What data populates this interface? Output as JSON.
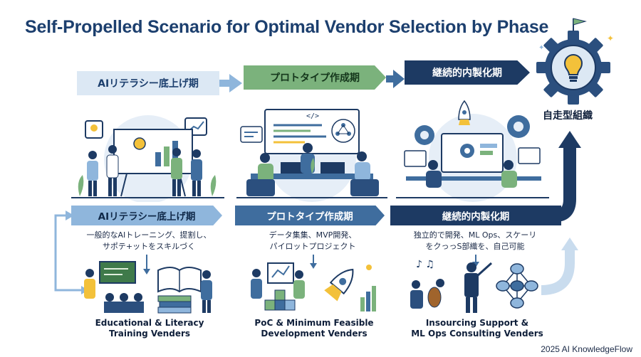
{
  "title": "Self-Propelled Scenario for Optimal Vendor Selection by Phase",
  "top_phases": [
    "AIリテラシー底上げ期",
    "プロトタイプ作成期",
    "継続的内製化期"
  ],
  "goal_label": "自走型組織",
  "mid_phases": [
    "AIリテラシー底上げ期",
    "プロトタイプ作成期",
    "継続的内製化期"
  ],
  "descriptions": [
    {
      "line1": "一般的なAIトレーニング、提割し、",
      "line2": "サポテ+ットをスキルづく"
    },
    {
      "line1": "データ集集、MVP開発、",
      "line2": "パイロットプロジェクト"
    },
    {
      "line1": "独立的で開発、ML Ops、スケーリ",
      "line2": "をクっっS部織を、自己可能"
    }
  ],
  "vendors": [
    {
      "line1": "Educational & Literacy",
      "line2": "Training Venders"
    },
    {
      "line1": "PoC & Minimum Feasible",
      "line2": "Development Venders"
    },
    {
      "line1": "Insourcing Support &",
      "line2": "ML Ops Consulting Venders"
    }
  ],
  "copyright": "2025 AI KnowledgeFlow",
  "colors": {
    "navy": "#1d3a63",
    "mid_blue": "#3f6d9e",
    "light_blue": "#8fb6dc",
    "pale_blue": "#dce8f4",
    "green": "#7bb27c",
    "bulb_yellow": "#f3c13a"
  },
  "icons": [
    "gear-bulb-icon",
    "flag-icon",
    "rocket-icon",
    "book-icon",
    "chalkboard-icon",
    "code-icon",
    "network-icon",
    "violin-icon",
    "conductor-icon",
    "database-network-icon"
  ]
}
